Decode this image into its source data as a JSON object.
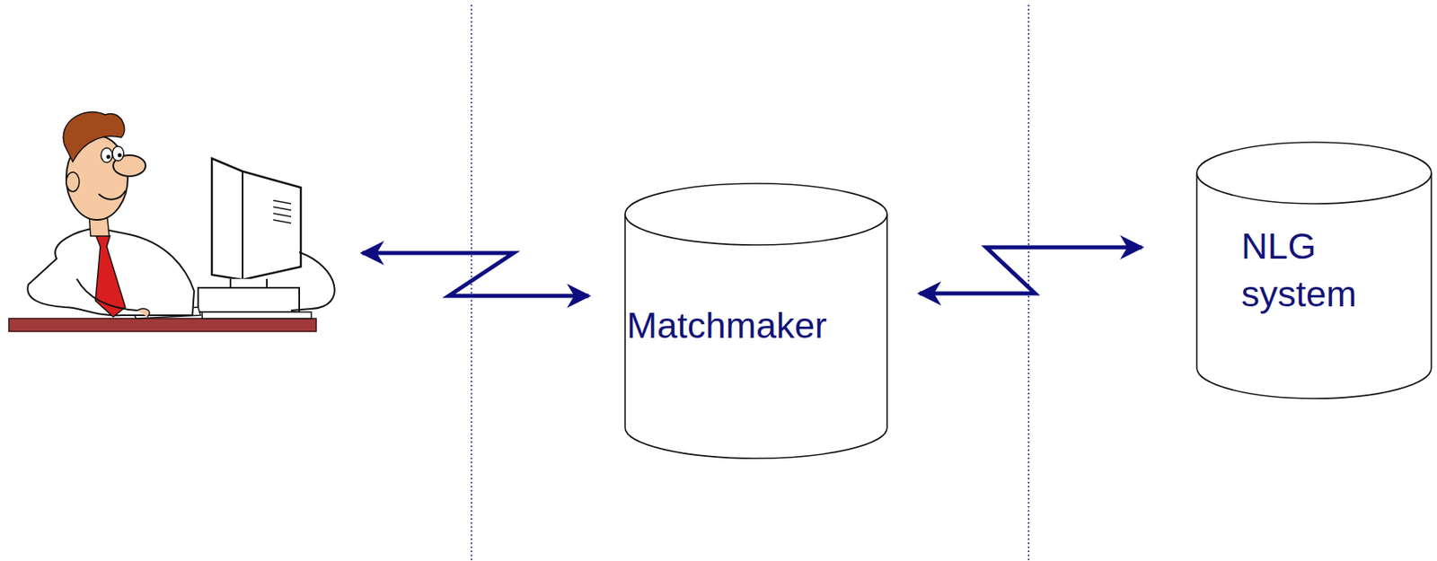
{
  "diagram": {
    "nodes": [
      {
        "text": [
          "Matchmaker"
        ]
      },
      {
        "text": [
          "NLG system"
        ]
      }
    ],
    "edges": [
      {
        "from": 0,
        "to": 1,
        "arrow": "both"
      }
    ]
  }
}
